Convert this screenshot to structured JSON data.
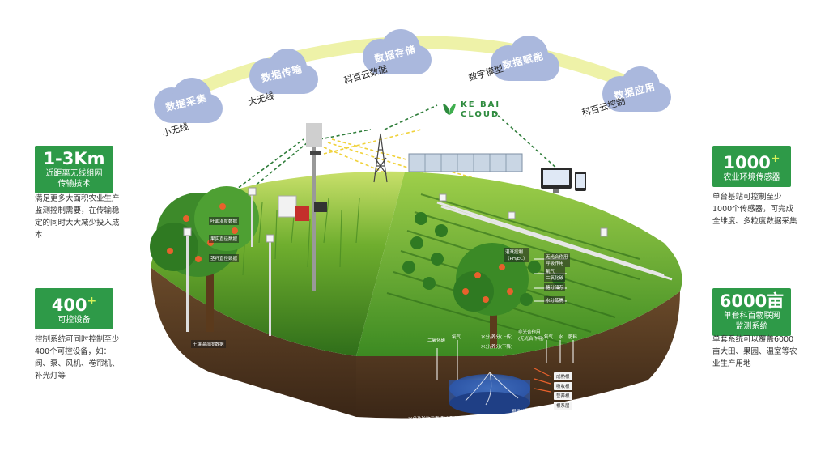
{
  "flow": {
    "clouds": [
      "数据采集",
      "数据传输",
      "数据存储",
      "数据赋能",
      "数据应用"
    ],
    "links": [
      "小无线",
      "大无线",
      "科百云数据",
      "数字模型",
      "科百云控制"
    ]
  },
  "logo": {
    "line1": "KE BAI",
    "line2": "CLOUD"
  },
  "left_cards": [
    {
      "value": "1-3Km",
      "plus": "",
      "title": "近距离无线组网\n传输技术",
      "desc": "满足更多大面积农业生产监测控制需要，在传输稳定的同时大大减少投入成本"
    },
    {
      "value": "400",
      "plus": "+",
      "title": "可控设备",
      "desc": "控制系统可同时控制至少400个可控设备，如：阀、泵、风机、卷帘机、补光灯等"
    }
  ],
  "right_cards": [
    {
      "value": "1000",
      "plus": "+",
      "title": "农业环境传感器",
      "desc": "单台基站可控制至少1000个传感器，可完成全维度、多粒度数据采集"
    },
    {
      "value": "6000亩",
      "plus": "",
      "title": "单套科百物联网\n监测系统",
      "desc": "单套系统可以覆盖6000亩大田、果园、温室等农业生产用地"
    }
  ],
  "scene_tags": {
    "tree_labels": [
      "叶面湿度数据",
      "果实直径数据",
      "茎秆直径数据"
    ],
    "soil_label": "土壤温湿度数据",
    "pipe_labels": [
      "灌溉控制\n（PH/EC）",
      "无光合作用\n呼吸作用",
      "氧气\n二氧化碳",
      "糖分储存",
      "水分蒸腾"
    ],
    "field_labels": [
      "二氧化碳",
      "氧气",
      "水分/养分(上传)",
      "水分/养分(下降)",
      "非光合作用\n(无光合作用)",
      "氧气",
      "水",
      "肥料"
    ],
    "root_labels": [
      "成熟根",
      "吸收根",
      "营养根",
      "根系层"
    ],
    "bottom_labels": [
      "水分及矿物元素通过根毛进入植物体",
      "根吸收区"
    ]
  }
}
